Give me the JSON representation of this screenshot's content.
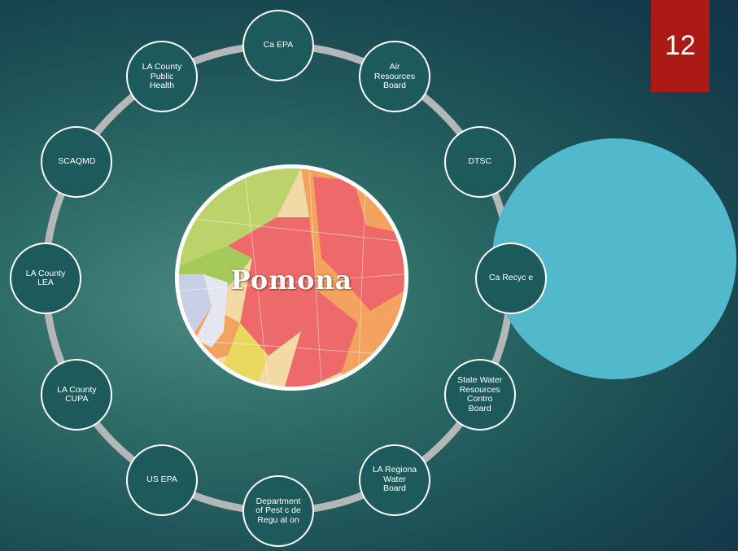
{
  "slide_number": "12",
  "center": {
    "label": "Pomona"
  },
  "agencies": [
    {
      "id": "ca-epa",
      "label": "Ca EPA"
    },
    {
      "id": "air-resources-board",
      "label": "Air\nResources\nBoard"
    },
    {
      "id": "dtsc",
      "label": "DTSC"
    },
    {
      "id": "ca-recycle",
      "label": "Ca Recyc e"
    },
    {
      "id": "state-water-resources-control-board",
      "label": "State Water\nResources\nContro\nBoard"
    },
    {
      "id": "la-regional-water-board",
      "label": "LA Regiona\nWater\nBoard"
    },
    {
      "id": "department-of-pesticide-regulation",
      "label": "Department\nof Pest c de\nRegu at on"
    },
    {
      "id": "us-epa",
      "label": "US EPA"
    },
    {
      "id": "la-county-cupa",
      "label": "LA County\nCUPA"
    },
    {
      "id": "la-county-lea",
      "label": "LA County\nLEA"
    },
    {
      "id": "scaqmd",
      "label": "SCAQMD"
    },
    {
      "id": "la-county-public-health",
      "label": "LA County\nPublic\nHealth"
    }
  ],
  "colors": {
    "ring": "#b4b7b8",
    "node_fill": "#1d5a5c",
    "node_border": "#ffffff",
    "badge": "#ac1a16",
    "accent_circle": "#52b8cc",
    "map_red": "#ee6a6a",
    "map_orange": "#f3a35f",
    "map_yellow": "#e8d85e",
    "map_green": "#bcd26a"
  }
}
